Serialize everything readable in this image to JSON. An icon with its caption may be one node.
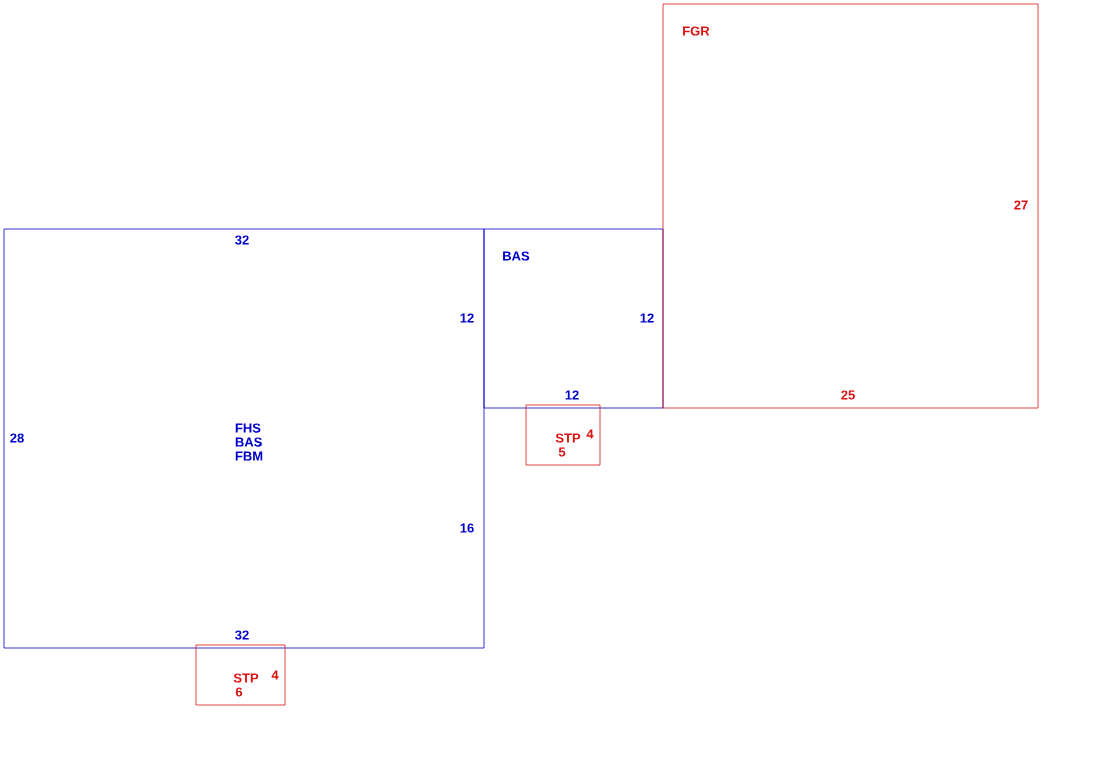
{
  "diagram": {
    "nodes": [
      {
        "text": [
          "FHS",
          "BAS",
          "FBM"
        ]
      },
      {
        "text": [
          "BAS"
        ]
      },
      {
        "text": [
          "FGR"
        ]
      },
      {
        "text": [
          "STP"
        ]
      },
      {
        "text": [
          "STP"
        ]
      }
    ],
    "labels": [
      "27",
      "32",
      "12",
      "12",
      "12",
      "25",
      "28",
      "4",
      "5",
      "16",
      "32",
      "4",
      "6"
    ]
  }
}
